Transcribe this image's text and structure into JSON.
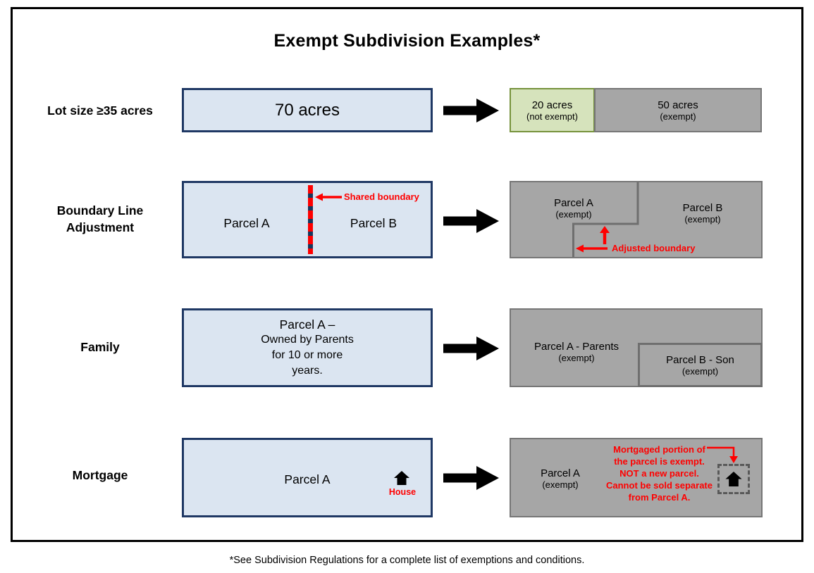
{
  "title": "Exempt Subdivision Examples*",
  "footnote": "*See Subdivision Regulations for a complete list of exemptions and conditions.",
  "colors": {
    "parcel_blue_fill": "#dbe5f1",
    "parcel_blue_border": "#1f3864",
    "parcel_gray_fill": "#a6a6a6",
    "parcel_gray_border": "#767676",
    "exempt_green_fill": "#d6e3bc",
    "exempt_green_border": "#76923c",
    "annotation_red": "#ff0000",
    "arrow_black": "#000000"
  },
  "icons": {
    "arrow-right-icon": "solid black block arrow pointing right",
    "house-icon": "solid black house silhouette",
    "shared-boundary-line": "red dashed vertical line"
  },
  "rows": [
    {
      "label_lines": [
        "Lot size ≥35 acres"
      ],
      "before": {
        "text": "70 acres"
      },
      "after": {
        "green_parcel": {
          "name": "20 acres",
          "status": "(not exempt)"
        },
        "gray_parcel": {
          "name": "50 acres",
          "status": "(exempt)"
        }
      }
    },
    {
      "label_lines": [
        "Boundary Line",
        "Adjustment"
      ],
      "before": {
        "parcel_a": "Parcel A",
        "parcel_b": "Parcel B",
        "annotation": "Shared boundary"
      },
      "after": {
        "parcel_a": {
          "name": "Parcel A",
          "status": "(exempt)"
        },
        "parcel_b": {
          "name": "Parcel B",
          "status": "(exempt)"
        },
        "annotation": "Adjusted boundary"
      }
    },
    {
      "label_lines": [
        "Family"
      ],
      "before": {
        "lines": [
          "Parcel A –",
          "Owned by Parents",
          "for 10 or more",
          "years."
        ]
      },
      "after": {
        "parcel_a": {
          "name": "Parcel A - Parents",
          "status": "(exempt)"
        },
        "parcel_b": {
          "name": "Parcel B - Son",
          "status": "(exempt)"
        }
      }
    },
    {
      "label_lines": [
        "Mortgage"
      ],
      "before": {
        "text": "Parcel A",
        "house_label": "House"
      },
      "after": {
        "parcel_a": {
          "name": "Parcel A",
          "status": "(exempt)"
        },
        "note_lines": [
          "Mortgaged portion of",
          "the parcel is exempt.",
          "NOT a new parcel.",
          "Cannot be sold separate",
          "from Parcel A."
        ]
      }
    }
  ]
}
